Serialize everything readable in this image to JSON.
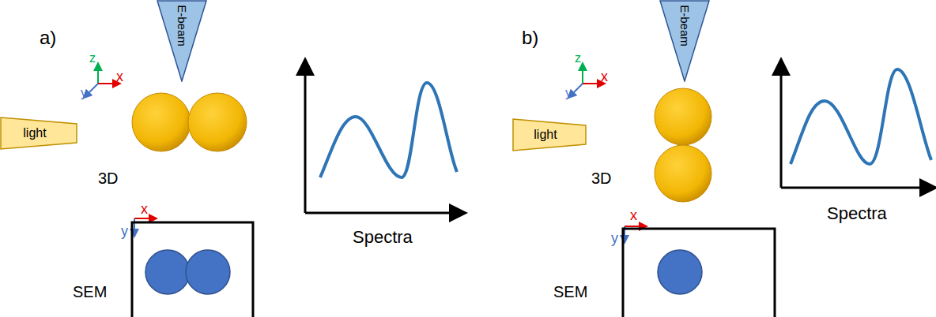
{
  "diagram": {
    "nodes": [
      {
        "text": [
          "E-beam"
        ]
      },
      {
        "text": [
          "light"
        ]
      },
      {
        "text": [
          "E-beam"
        ]
      },
      {
        "text": [
          "light"
        ]
      }
    ],
    "labels": [
      "a)",
      "z",
      "y",
      "x",
      "3D",
      "x",
      "y",
      "SEM",
      "Spectra",
      "b)",
      "z",
      "y",
      "x",
      "3D",
      "x",
      "y",
      "SEM",
      "Spectra"
    ]
  }
}
